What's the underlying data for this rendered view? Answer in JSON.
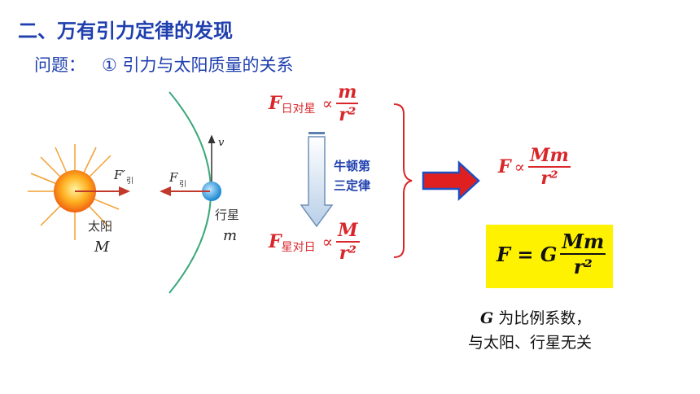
{
  "title": "二、万有引力定律的发现",
  "question": {
    "label": "问题：",
    "number": "①",
    "text": "引力与太阳质量的关系"
  },
  "diagram": {
    "sun_label": "太阳",
    "sun_mass": "M",
    "planet_label": "行星",
    "planet_mass": "m",
    "force_on_planet": "F",
    "force_on_planet_sub": "引",
    "force_on_sun": "F′",
    "force_on_sun_sub": "引",
    "velocity": "v"
  },
  "equation_top": {
    "F": "F",
    "subscript": "日对星",
    "prop": "∝",
    "numerator": "m",
    "denominator": "r²"
  },
  "equation_bottom": {
    "F": "F",
    "subscript": "星对日",
    "prop": "∝",
    "numerator": "M",
    "denominator": "r²"
  },
  "law_label": [
    "牛顿第",
    "三定律"
  ],
  "result": {
    "F": "F",
    "prop": "∝",
    "numerator": "Mm",
    "denominator": "r²"
  },
  "boxed_equation": {
    "lhs": "F = G",
    "numerator": "Mm",
    "denominator": "r²"
  },
  "note": {
    "G": "G",
    "line1_rest": " 为比例系数，",
    "line2": "与太阳、行星无关"
  },
  "colors": {
    "title_blue": "#1f3fae",
    "red": "#d9262a",
    "highlight": "#fff200",
    "arrow_red": "#e02020",
    "arrow_blue": "#1f4fbf"
  }
}
